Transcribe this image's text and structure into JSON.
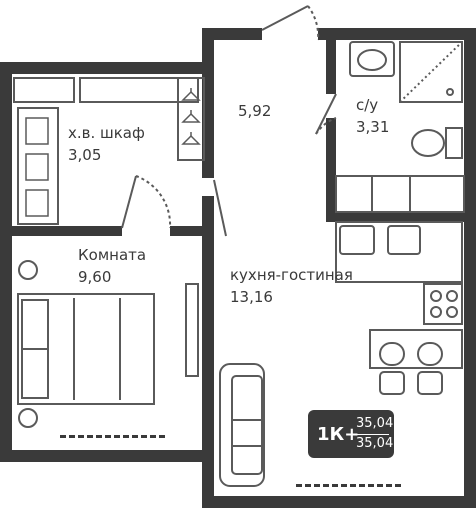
{
  "plan": {
    "rooms": [
      {
        "name": "х.в. шкаф",
        "area": "3,05"
      },
      {
        "name": "",
        "area": "5,92"
      },
      {
        "name": "с/у",
        "area": "3,31"
      },
      {
        "name": "Комната",
        "area": "9,60"
      },
      {
        "name": "кухня-гостиная",
        "area": "13,16"
      }
    ],
    "badge": {
      "type": "1К+",
      "area_total": "35,04",
      "area_living": "35,04"
    }
  },
  "colors": {
    "wall": "#3a3a3a",
    "line": "#5a5a5a",
    "background": "#ffffff"
  }
}
